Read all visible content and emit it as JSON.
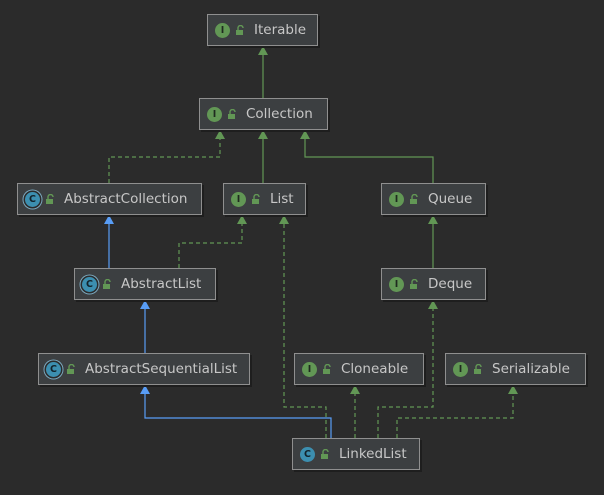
{
  "colors": {
    "extends_edge": "#589df6",
    "implements_edge": "#629755",
    "interface_badge": "#629755",
    "class_badge": "#3c8fb0"
  },
  "nodes": [
    {
      "id": "iterable",
      "label": "Iterable",
      "kind": "interface",
      "icon": "interface-icon"
    },
    {
      "id": "collection",
      "label": "Collection",
      "kind": "interface",
      "icon": "interface-icon"
    },
    {
      "id": "abstractcollection",
      "label": "AbstractCollection",
      "kind": "abstract-class",
      "icon": "abstract-class-icon"
    },
    {
      "id": "list",
      "label": "List",
      "kind": "interface",
      "icon": "interface-icon"
    },
    {
      "id": "queue",
      "label": "Queue",
      "kind": "interface",
      "icon": "interface-icon"
    },
    {
      "id": "abstractlist",
      "label": "AbstractList",
      "kind": "abstract-class",
      "icon": "abstract-class-icon"
    },
    {
      "id": "deque",
      "label": "Deque",
      "kind": "interface",
      "icon": "interface-icon"
    },
    {
      "id": "abstractsequentiallist",
      "label": "AbstractSequentialList",
      "kind": "abstract-class",
      "icon": "abstract-class-icon"
    },
    {
      "id": "cloneable",
      "label": "Cloneable",
      "kind": "interface",
      "icon": "interface-icon"
    },
    {
      "id": "serializable",
      "label": "Serializable",
      "kind": "interface",
      "icon": "interface-icon"
    },
    {
      "id": "linkedlist",
      "label": "LinkedList",
      "kind": "class",
      "icon": "class-icon"
    }
  ],
  "edges": [
    {
      "from": "collection",
      "to": "iterable",
      "type": "extends-interface"
    },
    {
      "from": "list",
      "to": "collection",
      "type": "extends-interface"
    },
    {
      "from": "queue",
      "to": "collection",
      "type": "extends-interface"
    },
    {
      "from": "deque",
      "to": "queue",
      "type": "extends-interface"
    },
    {
      "from": "abstractcollection",
      "to": "collection",
      "type": "implements"
    },
    {
      "from": "abstractlist",
      "to": "abstractcollection",
      "type": "extends"
    },
    {
      "from": "abstractlist",
      "to": "list",
      "type": "implements"
    },
    {
      "from": "abstractsequentiallist",
      "to": "abstractlist",
      "type": "extends"
    },
    {
      "from": "linkedlist",
      "to": "abstractsequentiallist",
      "type": "extends"
    },
    {
      "from": "linkedlist",
      "to": "list",
      "type": "implements"
    },
    {
      "from": "linkedlist",
      "to": "deque",
      "type": "implements"
    },
    {
      "from": "linkedlist",
      "to": "cloneable",
      "type": "implements"
    },
    {
      "from": "linkedlist",
      "to": "serializable",
      "type": "implements"
    }
  ]
}
